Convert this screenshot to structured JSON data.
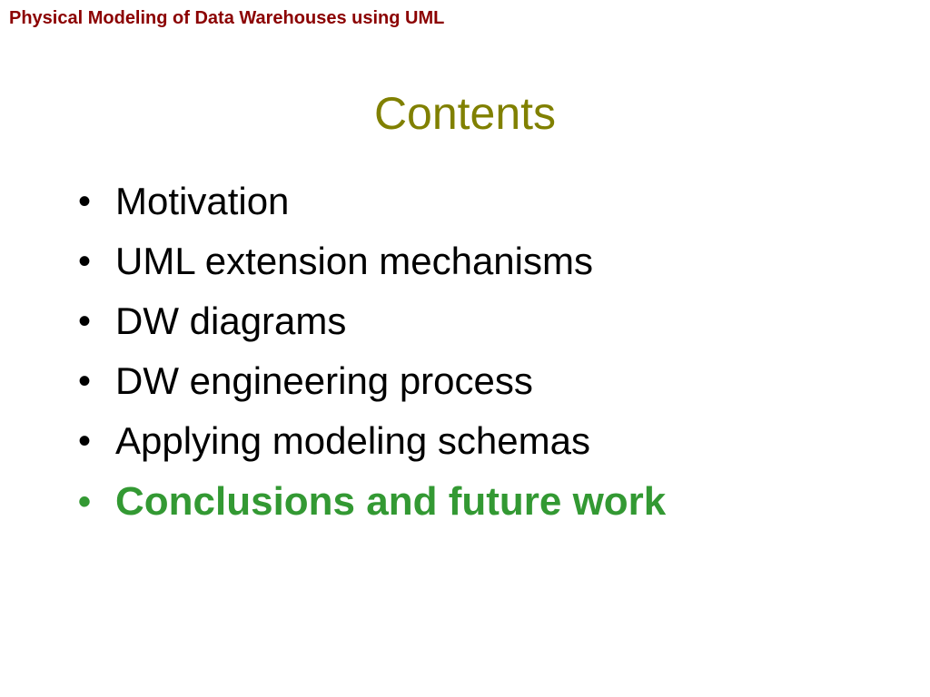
{
  "header": {
    "text": "Physical Modeling of Data Warehouses using UML",
    "color": "#8b0000"
  },
  "title": {
    "text": "Contents",
    "color": "#808000"
  },
  "bullets": [
    {
      "text": "Motivation"
    },
    {
      "text": "UML extension mechanisms"
    },
    {
      "text": "DW diagrams"
    },
    {
      "text": "DW engineering process"
    },
    {
      "text": "Applying modeling schemas"
    },
    {
      "text": "Conclusions and future work",
      "highlighted": true,
      "color": "#339933"
    }
  ],
  "bullet_symbol": "•"
}
